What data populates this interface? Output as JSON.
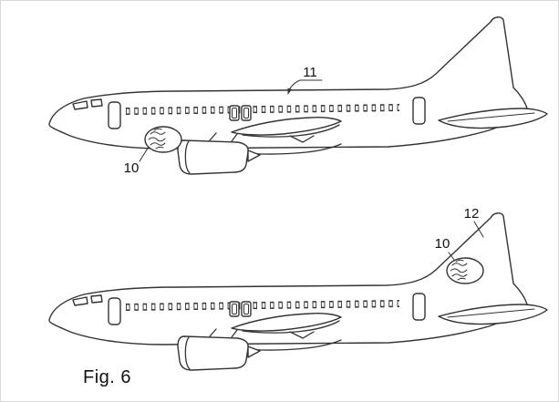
{
  "figure": {
    "caption": "Fig. 6"
  },
  "top_view": {
    "callouts": {
      "fuselage_label": "11",
      "region_label": "10"
    }
  },
  "bottom_view": {
    "callouts": {
      "tail_label": "12",
      "region_label": "10"
    }
  },
  "colors": {
    "line": "#333333",
    "background": "#ffffff"
  }
}
